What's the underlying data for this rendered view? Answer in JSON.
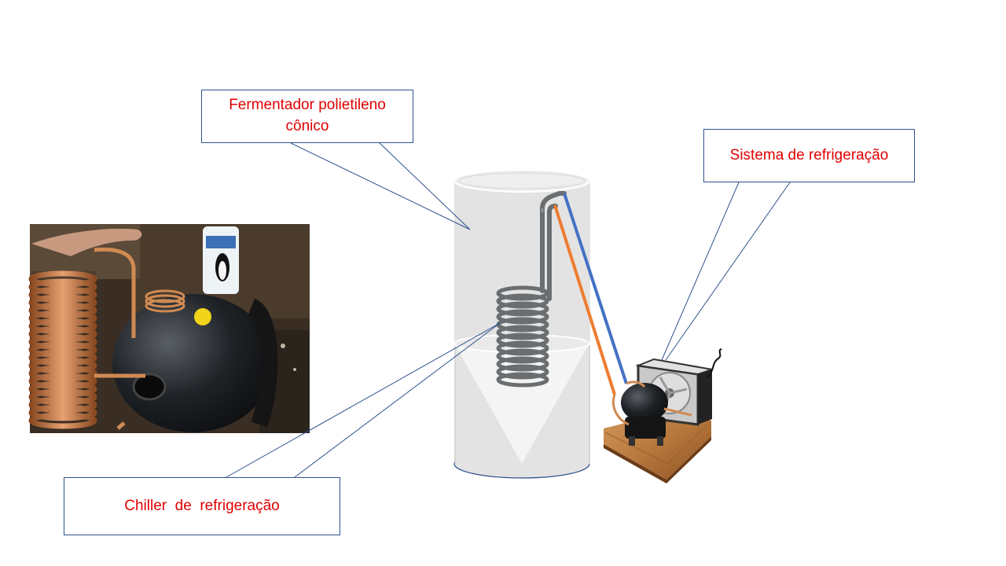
{
  "callouts": {
    "fermenter": "Fermentador polietileno\ncônico",
    "refrigeration_system": "Sistema de refrigeração",
    "chiller": "Chiller  de  refrigeração"
  },
  "colors": {
    "label_text": "#e00000",
    "callout_border": "#2f528f",
    "tank_fill": "#e3e3e3",
    "tank_stroke": "#9aa3b2",
    "coil": "#6b6e70",
    "hot_line": "#ed7d31",
    "cold_line": "#4472c4",
    "copper": "#c97a46",
    "wood": "#b8783d"
  }
}
